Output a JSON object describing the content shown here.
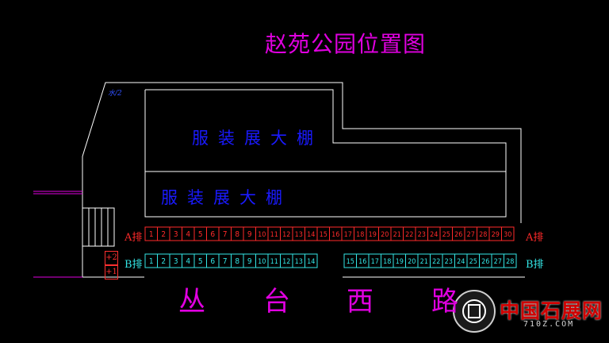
{
  "title": "赵苑公园位置图",
  "vertex_label": "水/2",
  "tents": [
    "服装展大棚",
    "服装展大棚"
  ],
  "road": [
    "丛",
    "台",
    "西",
    "路"
  ],
  "rows": {
    "A": {
      "label_left": "A排",
      "label_right": "A排",
      "stalls": [
        "1",
        "2",
        "3",
        "4",
        "5",
        "6",
        "7",
        "8",
        "9",
        "10",
        "11",
        "12",
        "13",
        "14",
        "15",
        "16",
        "17",
        "18",
        "19",
        "20",
        "21",
        "22",
        "23",
        "24",
        "25",
        "26",
        "27",
        "28",
        "29",
        "30"
      ]
    },
    "B": {
      "label_left": "B排",
      "label_right": "B排",
      "group1": [
        "1",
        "2",
        "3",
        "4",
        "5",
        "6",
        "7",
        "8",
        "9",
        "10",
        "11",
        "12",
        "13",
        "14"
      ],
      "group2": [
        "15",
        "16",
        "17",
        "18",
        "19",
        "20",
        "21",
        "22",
        "23",
        "24",
        "25",
        "26",
        "27",
        "28"
      ]
    }
  },
  "side_platform": [
    "+2",
    "+1"
  ],
  "watermark": {
    "name": "中国石展网",
    "url": "710Z.COM"
  },
  "colors": {
    "outline": "#ffffff",
    "title": "#e000e0",
    "tent_text": "#1a1aff",
    "rowA": "#ff2a2a",
    "rowB": "#33e6e6",
    "road": "#e000e0"
  }
}
